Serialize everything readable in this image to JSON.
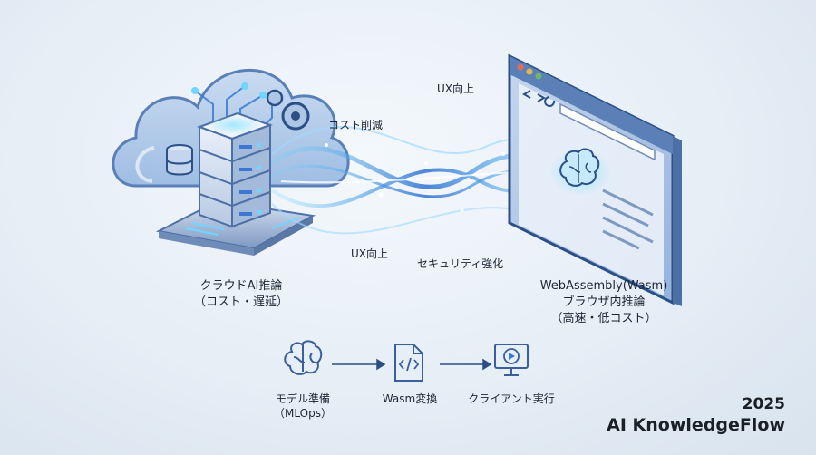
{
  "diagram": {
    "cloud": {
      "title": "クラウドAI推論",
      "subtitle": "（コスト・遅延）"
    },
    "browser": {
      "title": "WebAssembly(Wasm)",
      "line2": "ブラウザ内推論",
      "line3": "（高速・低コスト）"
    },
    "stream_labels": {
      "cost_reduction": "コスト削減",
      "ux_top": "UX向上",
      "ux_bottom": "UX向上",
      "security": "セキュリティ強化"
    },
    "flow": [
      {
        "label": "モデル準備",
        "sublabel": "（MLOps）",
        "icon": "brain-icon"
      },
      {
        "label": "Wasm変換",
        "icon": "code-file-icon"
      },
      {
        "label": "クライアント実行",
        "icon": "monitor-play-icon"
      }
    ]
  },
  "brand": {
    "year": "2025",
    "name": "AI KnowledgeFlow"
  },
  "colors": {
    "accent": "#3a78d4",
    "stream": "#7fb8ee",
    "glow": "#6fd6ff",
    "dark_blue": "#2b4f86"
  }
}
